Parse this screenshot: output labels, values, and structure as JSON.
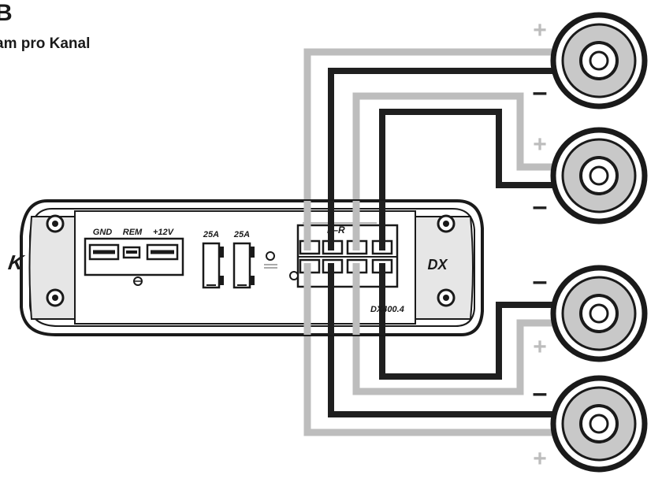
{
  "title": "B",
  "subtitle": "am pro Kanal",
  "amplifier": {
    "power_labels": [
      "GND",
      "REM",
      "+12V"
    ],
    "fuse_labels": [
      "25A",
      "25A"
    ],
    "terminal_header": "L–R",
    "model": "DX400.4",
    "logo_left": "K",
    "logo_right": "DX"
  },
  "speakers": [
    {
      "top_sign": "+",
      "bottom_sign": "–"
    },
    {
      "top_sign": "+",
      "bottom_sign": "–"
    },
    {
      "top_sign": "–",
      "bottom_sign": "+"
    },
    {
      "top_sign": "–",
      "bottom_sign": "+"
    }
  ],
  "colors": {
    "positive_wire": "#bdbdbd",
    "negative_wire": "#1f1f1f",
    "outline": "#1a1a1a",
    "cone": "#c8c8c8"
  }
}
